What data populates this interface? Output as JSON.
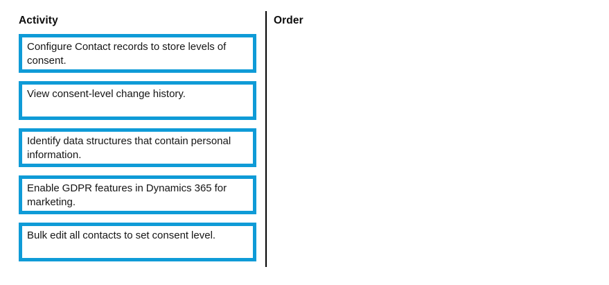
{
  "columns": {
    "activity_header": "Activity",
    "order_header": "Order"
  },
  "activities": [
    {
      "label": "Configure Contact records to store levels of consent."
    },
    {
      "label": "View consent-level change history."
    },
    {
      "label": "Identify data structures that contain personal information."
    },
    {
      "label": "Enable GDPR features in Dynamics 365 for marketing."
    },
    {
      "label": "Bulk edit all contacts to set consent level."
    }
  ],
  "order_items": [],
  "colors": {
    "card_border": "#0f9bd7",
    "card_background": "#ffffff",
    "divider": "#000000",
    "text": "#151515",
    "header_text": "#0d0d0d",
    "page_background": "#ffffff"
  }
}
